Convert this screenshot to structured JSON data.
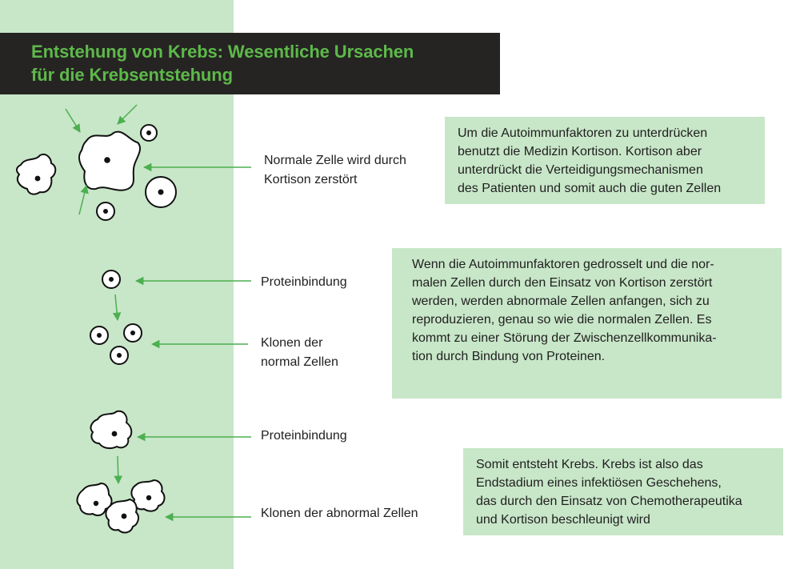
{
  "title": {
    "line1": "Entstehung von Krebs: Wesentliche Ursachen",
    "line2": "für die Krebsentstehung"
  },
  "labels": {
    "normal_cell_line1": "Normale Zelle wird durch",
    "normal_cell_line2": "Kortison zerstört",
    "protein_binding_1": "Proteinbindung",
    "clone_normal_line1": "Klonen der",
    "clone_normal_line2": "normal Zellen",
    "protein_binding_2": "Proteinbindung",
    "clone_abnormal": "Klonen der abnormal Zellen"
  },
  "boxes": {
    "box1": [
      "Um die Autoimmunfaktoren zu unterdrücken",
      "benutzt die Medizin Kortison. Kortison aber",
      "unterdrückt die Verteidigungsmechanismen",
      "des Patienten und somit auch die guten Zellen"
    ],
    "box2": [
      "Wenn die Autoimmunfaktoren gedrosselt und die nor-",
      "malen Zellen durch den Einsatz von Kortison zerstört",
      "werden, werden abnormale Zellen anfangen, sich zu",
      "reproduzieren, genau so wie die normalen Zellen. Es",
      "kommt zu einer Störung der Zwischenzellkommunika-",
      "tion durch Bindung von Proteinen."
    ],
    "box3": [
      "Somit entsteht Krebs. Krebs ist also das",
      "Endstadium eines infektiösen Geschehens,",
      "das durch den Einsatz von Chemotherapeutika",
      "und Kortison beschleunigt wird"
    ]
  },
  "colors": {
    "green_panel": "#c8e6c8",
    "title_bar": "#262423",
    "title_text": "#5db94a",
    "arrow": "#4caf50"
  }
}
